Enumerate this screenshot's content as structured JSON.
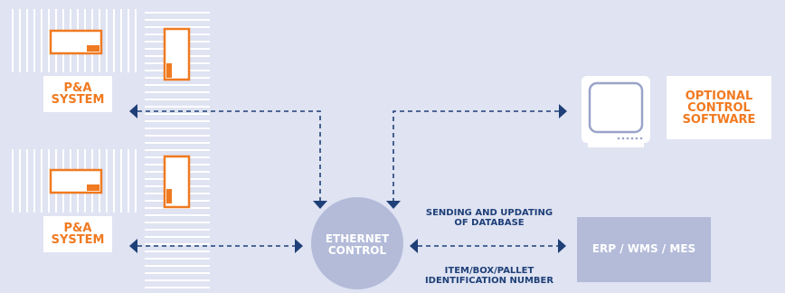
{
  "systems": [
    {
      "line1": "P&A",
      "line2": "SYSTEM"
    },
    {
      "line1": "P&A",
      "line2": "SYSTEM"
    }
  ],
  "optional_software": {
    "line1": "OPTIONAL",
    "line2": "CONTROL",
    "line3": "SOFTWARE"
  },
  "ethernet_control": {
    "line1": "ETHERNET",
    "line2": "CONTROL"
  },
  "erp": {
    "label": "ERP / WMS / MES"
  },
  "link_top": {
    "line1": "SENDING AND UPDATING",
    "line2": "OF DATABASE"
  },
  "link_bottom": {
    "line1": "ITEM/BOX/PALLET",
    "line2": "IDENTIFICATION NUMBER"
  },
  "colors": {
    "background": "#dfe3f2",
    "accent": "#f07a21",
    "arrow": "#1e3f77",
    "node": "#b3bbd9"
  }
}
